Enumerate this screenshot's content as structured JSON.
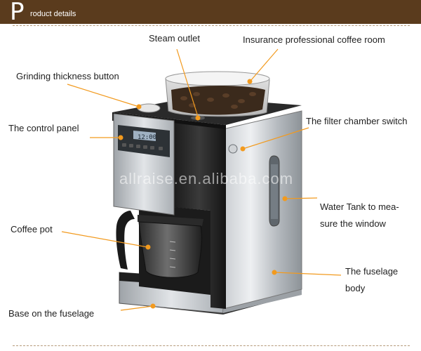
{
  "header": {
    "initial": "P",
    "title": "roduct details"
  },
  "watermark": "allraise.en.alibaba.com",
  "callouts": {
    "steam_outlet": "Steam outlet",
    "coffee_room": "Insurance professional coffee room",
    "grinding_button": "Grinding thickness button",
    "control_panel": "The control panel",
    "filter_switch": "The filter chamber switch",
    "water_tank_line1": "Water Tank to mea-",
    "water_tank_line2": "sure the window",
    "coffee_pot": "Coffee pot",
    "fuselage_body_line1": "The fuselage",
    "fuselage_body_line2": "body",
    "base": "Base on the fuselage"
  },
  "display": {
    "clock": "12:00"
  },
  "colors": {
    "header_bg": "#5a3b1d",
    "leader_line": "#f29a1e",
    "dot": "#f29a1e"
  }
}
